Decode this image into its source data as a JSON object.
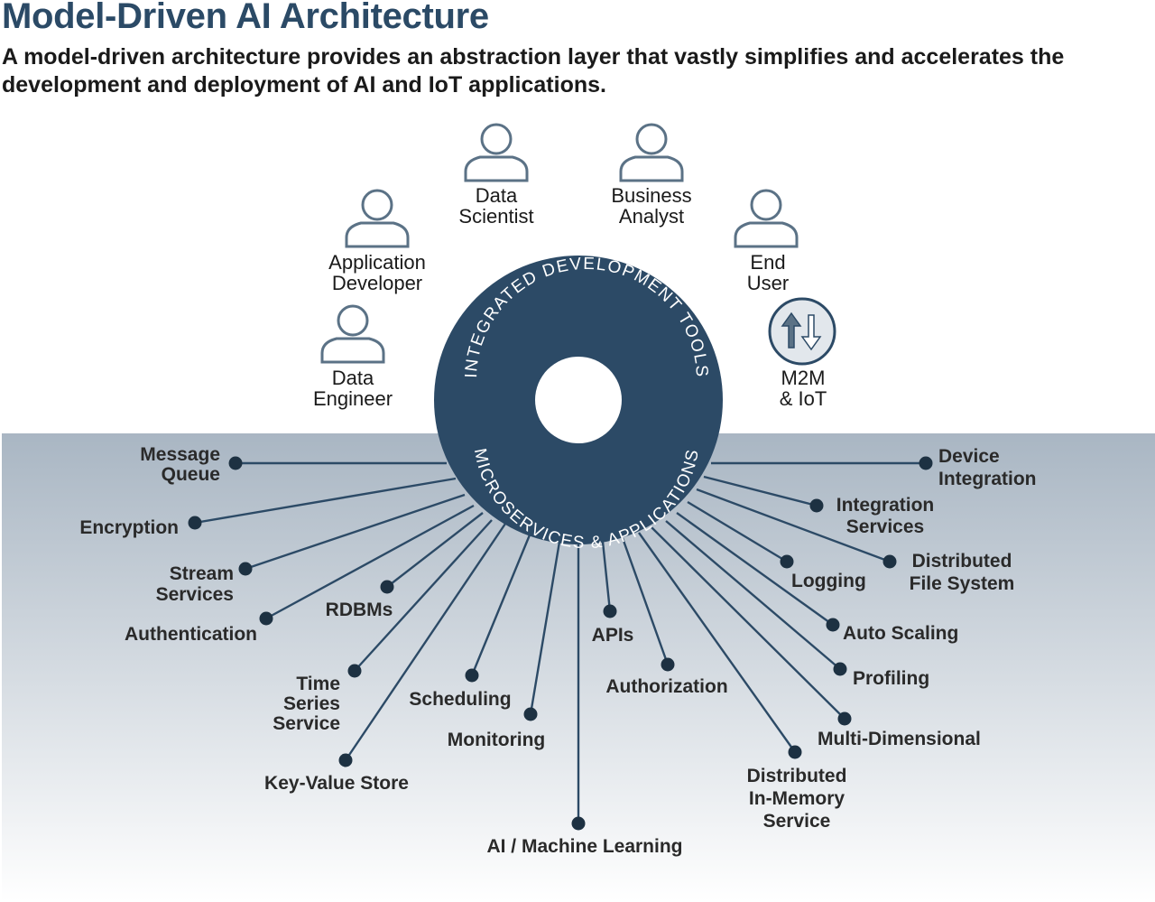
{
  "header": {
    "title": "Model-Driven AI Architecture",
    "subtitle": "A model-driven architecture provides an abstraction layer that vastly simplifies and accelerates the development and deployment of AI and IoT applications."
  },
  "hub": {
    "top_arc": "INTEGRATED DEVELOPMENT TOOLS",
    "bottom_arc": "MICROSERVICES & APPLICATIONS"
  },
  "users": [
    {
      "id": "data-scientist",
      "lines": [
        "Data",
        "Scientist"
      ]
    },
    {
      "id": "business-analyst",
      "lines": [
        "Business",
        "Analyst"
      ]
    },
    {
      "id": "application-developer",
      "lines": [
        "Application",
        "Developer"
      ]
    },
    {
      "id": "end-user",
      "lines": [
        "End",
        "User"
      ]
    },
    {
      "id": "data-engineer",
      "lines": [
        "Data",
        "Engineer"
      ]
    }
  ],
  "m2m": {
    "lines": [
      "M2M",
      "& IoT"
    ],
    "icon": "up-down-arrows-icon"
  },
  "services": [
    {
      "id": "message-queue",
      "lines": [
        "Message",
        "Queue"
      ]
    },
    {
      "id": "encryption",
      "lines": [
        "Encryption"
      ]
    },
    {
      "id": "stream-services",
      "lines": [
        "Stream",
        "Services"
      ]
    },
    {
      "id": "authentication",
      "lines": [
        "Authentication"
      ]
    },
    {
      "id": "rdbms",
      "lines": [
        "RDBMs"
      ]
    },
    {
      "id": "time-series-service",
      "lines": [
        "Time",
        "Series",
        "Service"
      ]
    },
    {
      "id": "key-value-store",
      "lines": [
        "Key-Value Store"
      ]
    },
    {
      "id": "scheduling",
      "lines": [
        "Scheduling"
      ]
    },
    {
      "id": "monitoring",
      "lines": [
        "Monitoring"
      ]
    },
    {
      "id": "ai-machine-learning",
      "lines": [
        "AI / Machine Learning"
      ]
    },
    {
      "id": "apis",
      "lines": [
        "APIs"
      ]
    },
    {
      "id": "authorization",
      "lines": [
        "Authorization"
      ]
    },
    {
      "id": "distributed-in-memory-service",
      "lines": [
        "Distributed",
        "In-Memory",
        "Service"
      ]
    },
    {
      "id": "multi-dimensional",
      "lines": [
        "Multi-Dimensional"
      ]
    },
    {
      "id": "profiling",
      "lines": [
        "Profiling"
      ]
    },
    {
      "id": "auto-scaling",
      "lines": [
        "Auto Scaling"
      ]
    },
    {
      "id": "logging",
      "lines": [
        "Logging"
      ]
    },
    {
      "id": "distributed-file-system",
      "lines": [
        "Distributed",
        "File System"
      ]
    },
    {
      "id": "integration-services",
      "lines": [
        "Integration",
        "Services"
      ]
    },
    {
      "id": "device-integration",
      "lines": [
        "Device",
        "Integration"
      ]
    }
  ],
  "colors": {
    "title": "#2b4a66",
    "hub": "#2c4a66",
    "line": "#2c4a66",
    "dot": "#1d3142",
    "band_top": "#a9b6c3",
    "band_bottom": "#ffffff",
    "person_stroke": "#5b7286"
  }
}
